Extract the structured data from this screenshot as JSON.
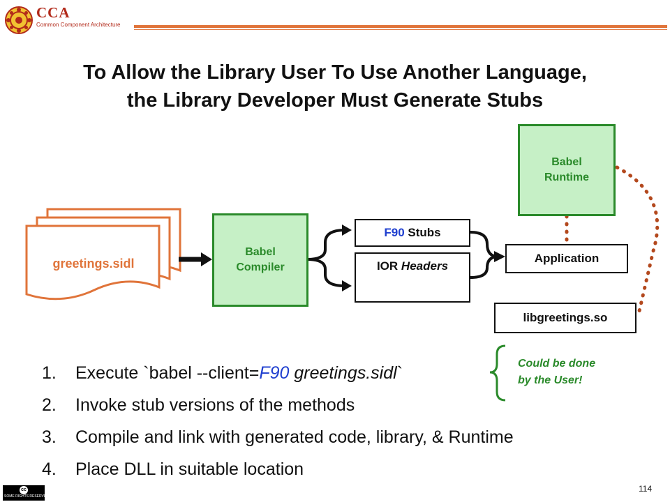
{
  "header": {
    "logo_text": "CCA",
    "logo_subtitle": "Common Component Architecture"
  },
  "title": {
    "line1": "To Allow the Library User To Use Another Language,",
    "line2": "the Library Developer Must Generate Stubs"
  },
  "diagram": {
    "source_file": "greetings.sidl",
    "compiler_line1": "Babel",
    "compiler_line2": "Compiler",
    "stubs_lang": "F90",
    "stubs_word": "Stubs",
    "ior_prefix": "IOR",
    "ior_italic": "Headers",
    "runtime_line1": "Babel",
    "runtime_line2": "Runtime",
    "application": "Application",
    "library": "libgreetings.so"
  },
  "steps": [
    {
      "num": "1.",
      "parts": [
        "Execute `babel --client=",
        "F90",
        " greetings.sidl",
        "`"
      ]
    },
    {
      "num": "2.",
      "text": "Invoke stub versions of the methods"
    },
    {
      "num": "3.",
      "text": "Compile and link with generated code, library, & Runtime"
    },
    {
      "num": "4.",
      "text": "Place DLL in suitable location"
    }
  ],
  "note": {
    "line1": "Could be done",
    "line2": "by the User!"
  },
  "footer": {
    "page_number": "114",
    "license_text": "SOME RIGHTS RESERVED"
  },
  "colors": {
    "orange": "#e0743a",
    "green_fill": "#c6f0c6",
    "green_border": "#2a8a2a",
    "blue": "#1f3fcf",
    "logo_red": "#b22a1a"
  }
}
